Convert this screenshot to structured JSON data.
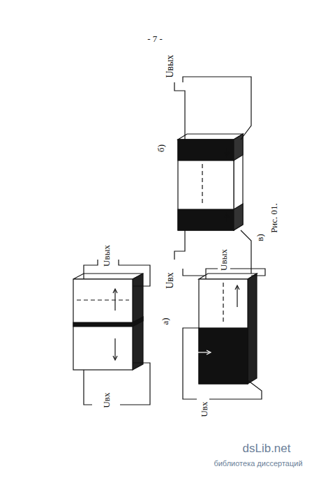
{
  "diagram": {
    "caption": "Рис. 01.",
    "labels": [
      "- 7 -",
      "Uвх",
      "Uвых",
      "а)",
      "Uвх",
      "Uвых",
      "б)",
      "Uвх",
      "Uвых",
      "в)",
      "dsLib.net",
      "библиотека диссертаций"
    ]
  }
}
